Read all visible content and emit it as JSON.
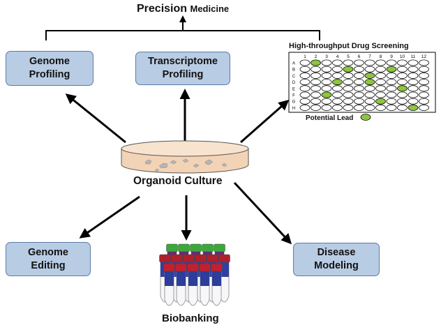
{
  "title": {
    "main": "Precision",
    "rest": "Medicine"
  },
  "center_label": "Organoid Culture",
  "nodes": {
    "genome_profiling": "Genome\nProfiling",
    "transcriptome_profiling": "Transcriptome\nProfiling",
    "genome_editing": "Genome\nEditing",
    "disease_modeling": "Disease\nModeling",
    "biobanking": "Biobanking"
  },
  "plate": {
    "title": "High-throughput Drug Screening",
    "columns": [
      "1",
      "2",
      "3",
      "4",
      "5",
      "6",
      "7",
      "8",
      "9",
      "10",
      "11",
      "12"
    ],
    "rows": [
      "A",
      "B",
      "C",
      "D",
      "E",
      "F",
      "G",
      "H"
    ],
    "hits": [
      [
        0,
        1
      ],
      [
        1,
        4
      ],
      [
        1,
        8
      ],
      [
        2,
        6
      ],
      [
        3,
        3
      ],
      [
        3,
        6
      ],
      [
        4,
        9
      ],
      [
        5,
        2
      ],
      [
        6,
        7
      ],
      [
        7,
        10
      ]
    ],
    "lead_label": "Potential Lead",
    "hit_color": "#8dc63f"
  },
  "colors": {
    "box_fill": "#b8cce4",
    "box_border": "#5b7ba6",
    "dish_fill": "#f6dcc4"
  }
}
